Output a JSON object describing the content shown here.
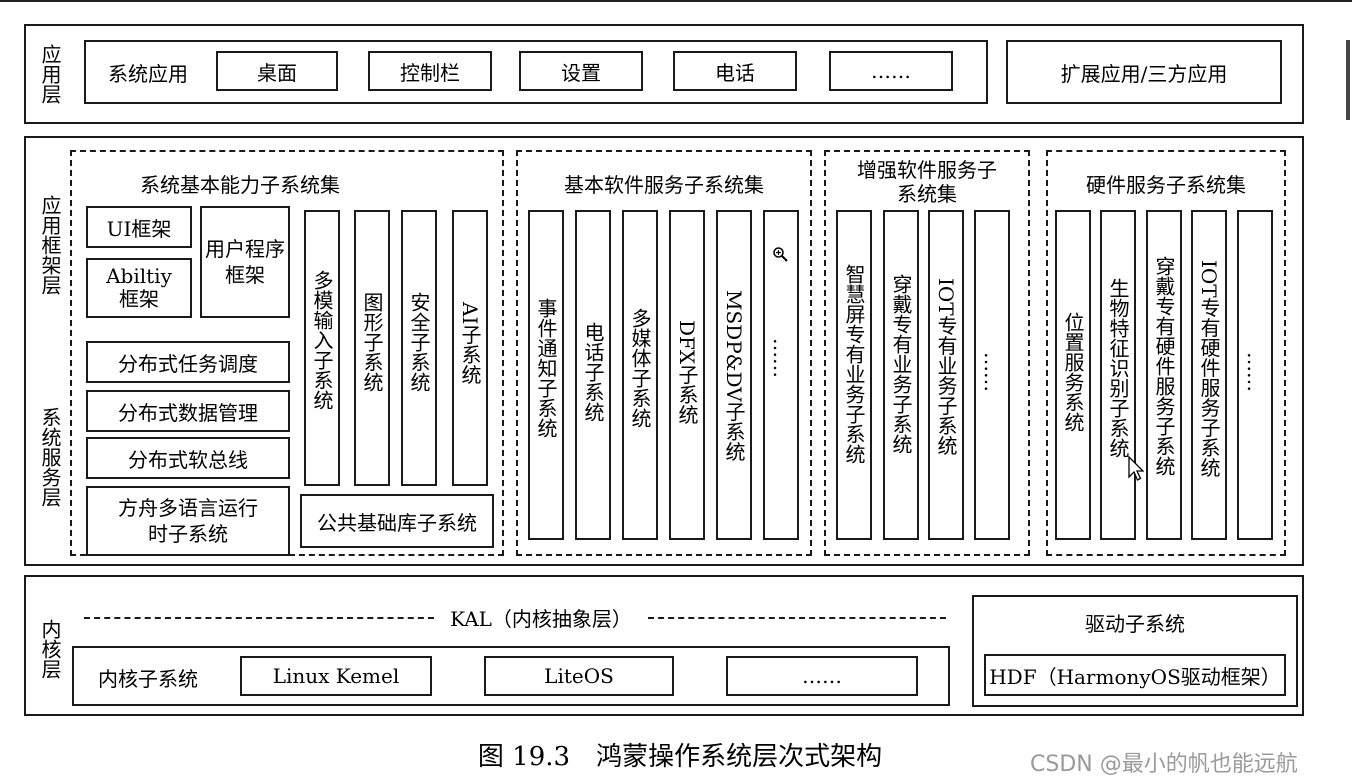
{
  "app_layer": {
    "label": "应用层",
    "system_apps_label": "系统应用",
    "apps": [
      "桌面",
      "控制栏",
      "设置",
      "电话",
      "……"
    ],
    "ext_apps": "扩展应用/三方应用"
  },
  "framework_layer": {
    "label_top": "应用框架层",
    "label_bottom": "系统服务层",
    "basic_capability": {
      "title": "系统基本能力子系统集",
      "ui": "UI框架",
      "user_prog": "用户程序框架",
      "ability": "Abiltiy框架",
      "dist_task": "分布式任务调度",
      "dist_data": "分布式数据管理",
      "dist_bus": "分布式软总线",
      "ark": "方舟多语言运行时子系统",
      "columns": [
        "多模输入子系统",
        "图形子系统",
        "安全子系统",
        "AI子系统"
      ],
      "common_lib": "公共基础库子系统"
    },
    "basic_software": {
      "title": "基本软件服务子系统集",
      "columns": [
        "事件通知子系统",
        "电话子系统",
        "多媒体子系统",
        "DFX子系统",
        "MSDP&DV子系统",
        "……"
      ]
    },
    "enhanced_software": {
      "title": "增强软件服务子系统集",
      "columns": [
        "智慧屏专有业务子系统",
        "穿戴专有业务子系统",
        "IOT专有业务子系统",
        "……"
      ]
    },
    "hardware": {
      "title": "硬件服务子系统集",
      "columns": [
        "位置服务系统",
        "生物特征识别子系统",
        "穿戴专有硬件服务子系统",
        "IOT专有硬件服务子系统",
        "……"
      ]
    }
  },
  "kernel_layer": {
    "label": "内核层",
    "kal": "KAL（内核抽象层）",
    "kernel_sub_label": "内核子系统",
    "kernels": [
      "Linux Kemel",
      "LiteOS",
      "……"
    ],
    "driver_title": "驱动子系统",
    "hdf": "HDF（HarmonyOS驱动框架）"
  },
  "caption": "图 19.3　鸿蒙操作系统层次式架构",
  "watermark": "CSDN @最小的帆也能远航"
}
